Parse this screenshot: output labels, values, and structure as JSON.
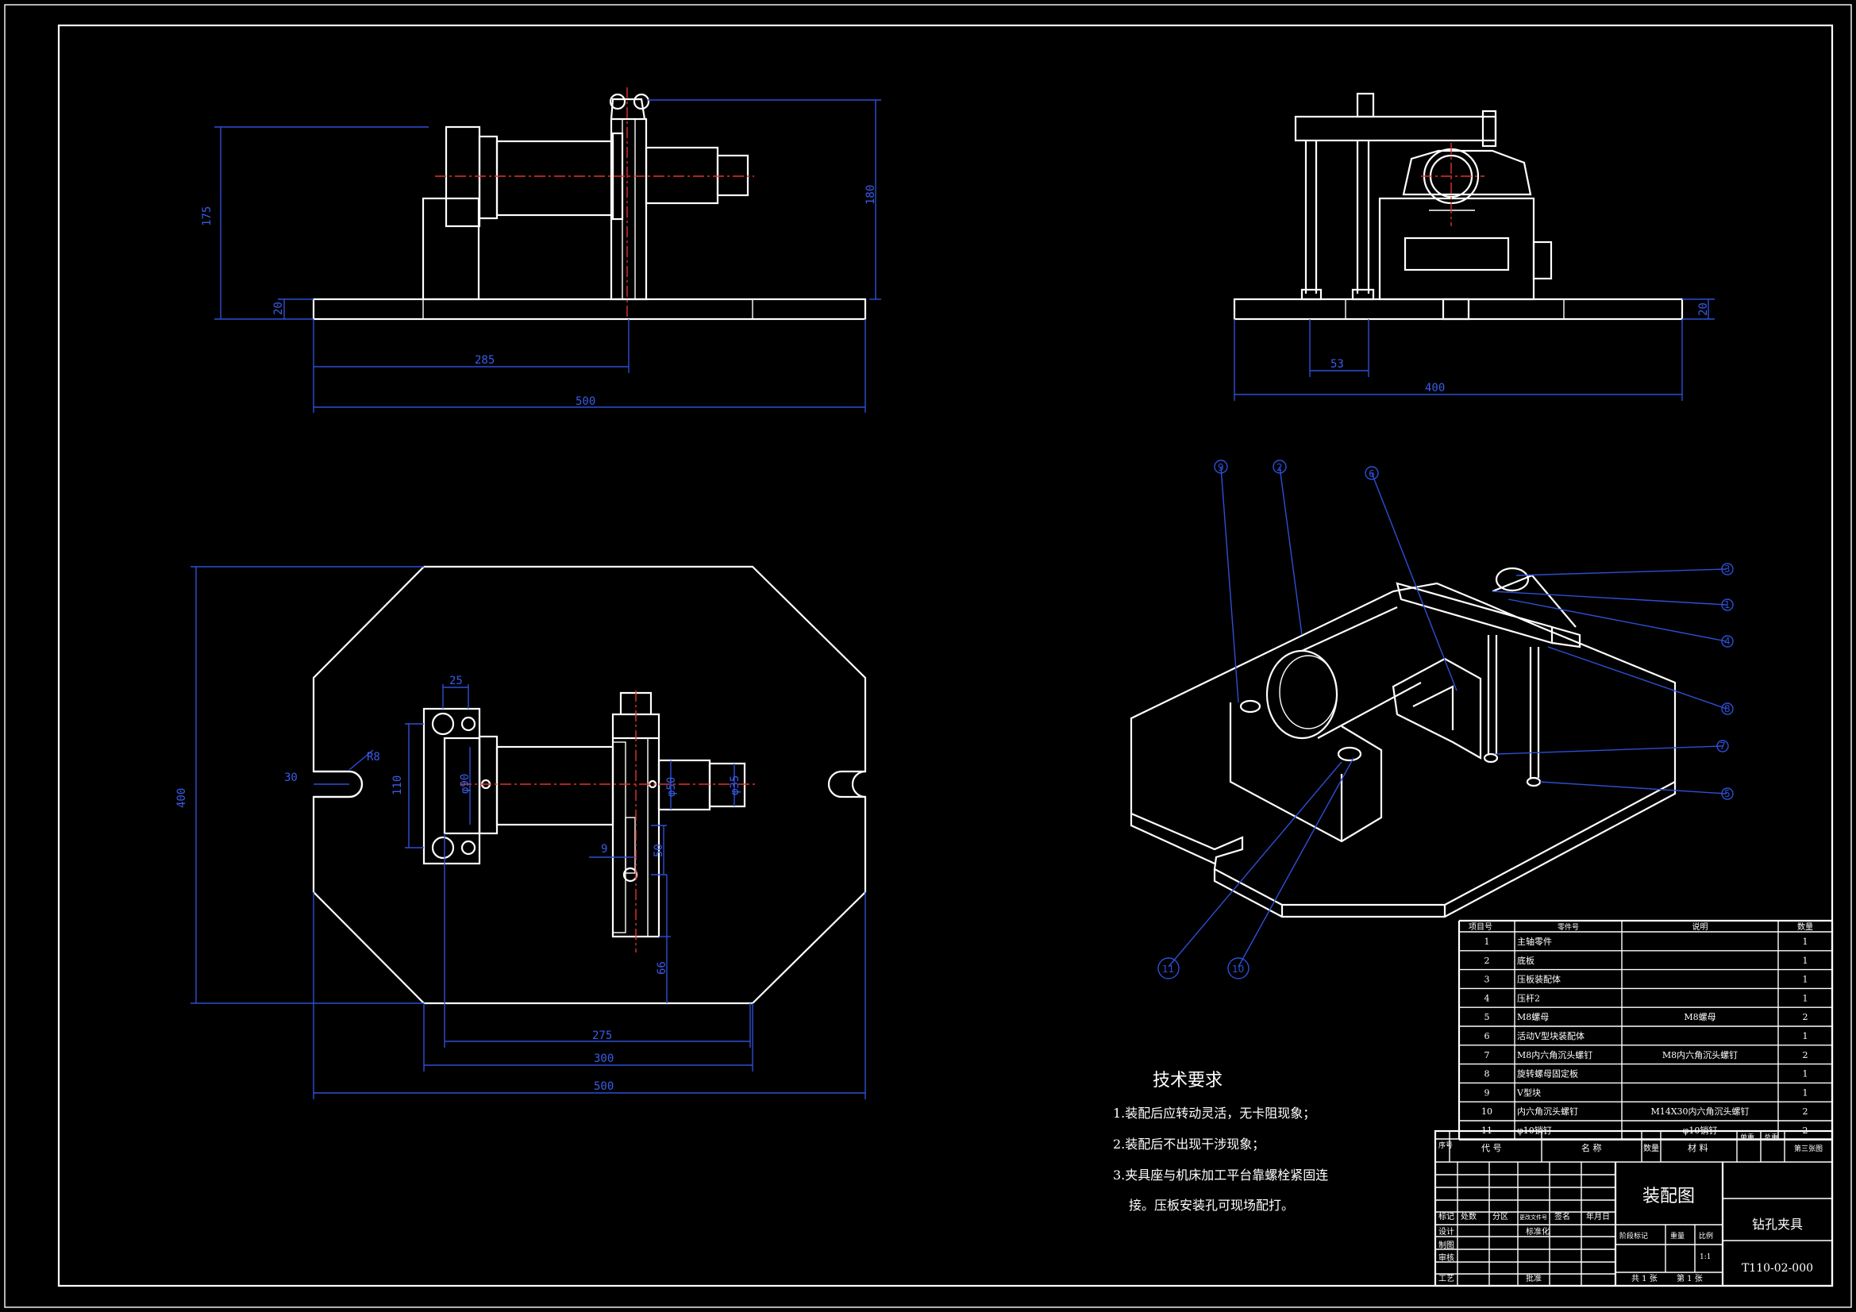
{
  "front_view": {
    "dim_height": "175",
    "dim_height2": "180",
    "dim_base": "20",
    "dim_x": "285",
    "dim_width": "500"
  },
  "side_view": {
    "dim_base": "20",
    "dim_offset": "53",
    "dim_width": "400"
  },
  "plan_view": {
    "dim_slot": "30",
    "dim_height": "400",
    "dim_25": "25",
    "dim_110": "110",
    "dim_d90": "φ90",
    "dim_d50": "φ50",
    "dim_d35": "φ35",
    "dim_50": "50",
    "dim_9": "9",
    "dim_66": "66",
    "dim_275": "275",
    "dim_300": "300",
    "dim_500": "500",
    "dim_r": "R8"
  },
  "iso_balloons": [
    "9",
    "2",
    "6",
    "3",
    "1",
    "4",
    "8",
    "7",
    "5",
    "11",
    "10"
  ],
  "tech_requirements": {
    "title": "技术要求",
    "items": [
      "1.装配后应转动灵活，无卡阻现象；",
      "2.装配后不出现干涉现象；",
      "3.夹具座与机床加工平台靠螺栓紧固连",
      "接。压板安装孔可现场配打。"
    ]
  },
  "bom": {
    "headers": [
      "项目号",
      "零件号",
      "说明",
      "数量"
    ],
    "rows": [
      [
        "1",
        "主轴零件",
        "",
        "1"
      ],
      [
        "2",
        "底板",
        "",
        "1"
      ],
      [
        "3",
        "压板装配体",
        "",
        "1"
      ],
      [
        "4",
        "压杆2",
        "",
        "1"
      ],
      [
        "5",
        "M8螺母",
        "M8螺母",
        "2"
      ],
      [
        "6",
        "活动V型块装配体",
        "",
        "1"
      ],
      [
        "7",
        "M8内六角沉头螺钉",
        "M8内六角沉头螺钉",
        "2"
      ],
      [
        "8",
        "旋转螺母固定板",
        "",
        "1"
      ],
      [
        "9",
        "V型块",
        "",
        "1"
      ],
      [
        "10",
        "内六角沉头螺钉",
        "M14X30内六角沉头螺钉",
        "2"
      ],
      [
        "11",
        "φ10销钉",
        "φ10销钉",
        "2"
      ]
    ]
  },
  "title_block": {
    "h_seq": "序号",
    "h_code": "代 号",
    "h_name": "名 称",
    "h_qty": "数量",
    "h_mat": "材 料",
    "h_single": "单重",
    "h_total": "总重",
    "h_note": "第三张图",
    "drawing_title": "装配图",
    "part_name": "钻孔夹具",
    "drawing_no": "T110-02-000",
    "mark": "标记",
    "count": "处数",
    "zone": "分区",
    "doc": "更改文件号",
    "sign": "签名",
    "date": "年月日",
    "design": "设计",
    "std": "标准化",
    "draw": "制图",
    "check": "审核",
    "craft": "工艺",
    "approve": "批准",
    "stage": "阶段标记",
    "weight": "重量",
    "scale": "比例",
    "scale_val": "1:1",
    "sheets": "共 1 张",
    "sheet": "第 1 张"
  }
}
